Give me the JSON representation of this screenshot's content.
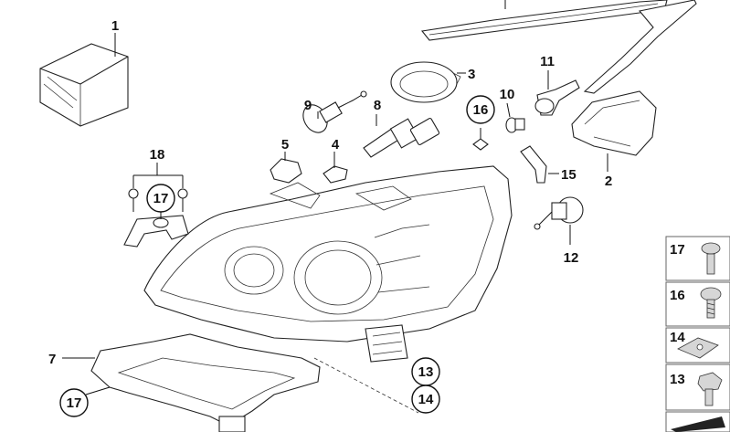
{
  "diagram": {
    "callouts": [
      {
        "id": "c1",
        "text": "1"
      },
      {
        "id": "c2",
        "text": "2"
      },
      {
        "id": "c3",
        "text": "3"
      },
      {
        "id": "c4",
        "text": "4"
      },
      {
        "id": "c5",
        "text": "5"
      },
      {
        "id": "c7",
        "text": "7"
      },
      {
        "id": "c8",
        "text": "8"
      },
      {
        "id": "c9",
        "text": "9"
      },
      {
        "id": "c10",
        "text": "10"
      },
      {
        "id": "c11",
        "text": "11"
      },
      {
        "id": "c12",
        "text": "12"
      },
      {
        "id": "c15",
        "text": "15"
      },
      {
        "id": "c18",
        "text": "18"
      }
    ],
    "circled": [
      {
        "id": "cc16",
        "text": "16"
      },
      {
        "id": "cc17a",
        "text": "17"
      },
      {
        "id": "cc17b",
        "text": "17"
      },
      {
        "id": "cc13",
        "text": "13"
      },
      {
        "id": "cc14",
        "text": "14"
      }
    ],
    "legend": [
      {
        "num": "17",
        "icon": "screw-icon"
      },
      {
        "num": "16",
        "icon": "self-tapping-screw-icon"
      },
      {
        "num": "14",
        "icon": "clip-nut-icon"
      },
      {
        "num": "13",
        "icon": "hex-bolt-icon"
      },
      {
        "num": "",
        "icon": "arrow-icon"
      }
    ]
  }
}
